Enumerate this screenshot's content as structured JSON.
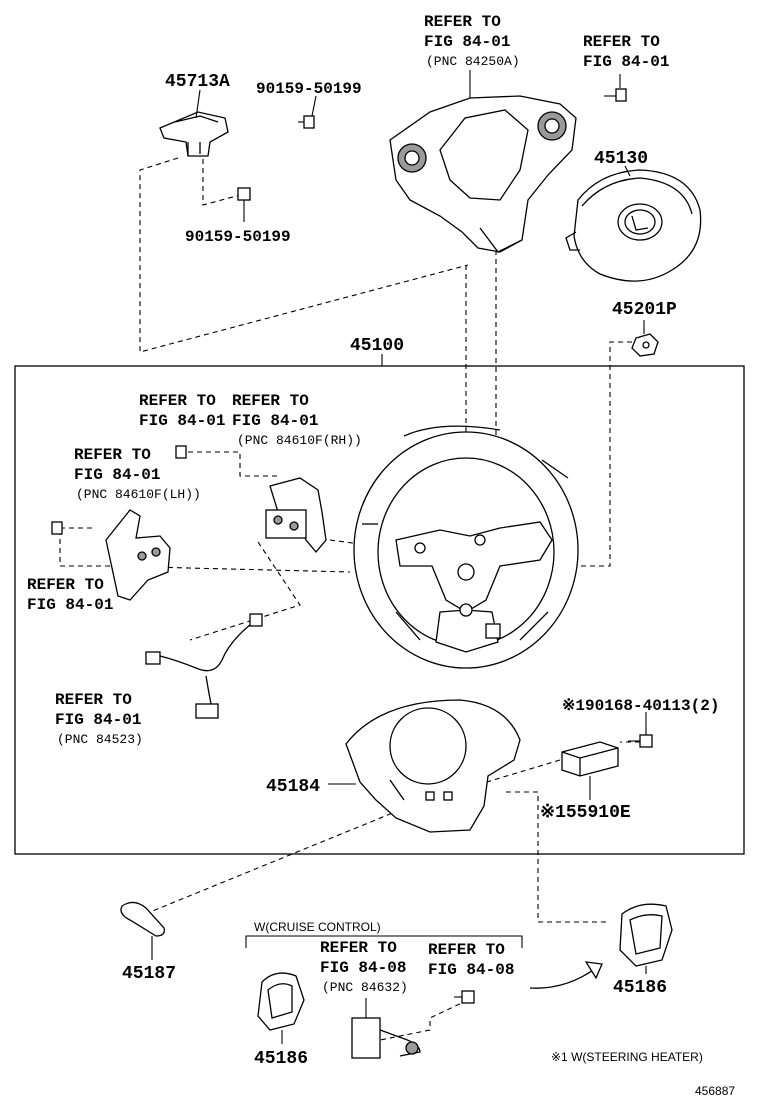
{
  "labels": {
    "p45713a": "45713A",
    "p90159_top": "90159-50199",
    "p90159_mid": "90159-50199",
    "refer_top1": [
      "REFER TO",
      "FIG 84-01",
      "(PNC 84250A)"
    ],
    "refer_top2": [
      "REFER TO",
      "FIG 84-01"
    ],
    "p45130": "45130",
    "p45201p": "45201P",
    "p45100": "45100",
    "refer_a": [
      "REFER TO",
      "FIG 84-01"
    ],
    "refer_b": [
      "REFER TO",
      "FIG 84-01",
      "(PNC 84610F(RH))"
    ],
    "refer_c": [
      "REFER TO",
      "FIG 84-01",
      "(PNC 84610F(LH))"
    ],
    "refer_d": [
      "REFER TO",
      "FIG 84-01"
    ],
    "refer_e": [
      "REFER TO",
      "FIG 84-01",
      "(PNC 84523)"
    ],
    "p90168": "※190168-40113(2)",
    "p45184": "45184",
    "p55910e": "※155910E",
    "p45187": "45187",
    "cruise": "W(CRUISE CONTROL)",
    "refer_f": [
      "REFER TO",
      "FIG 84-08",
      "(PNC 84632)"
    ],
    "refer_g": [
      "REFER TO",
      "FIG 84-08"
    ],
    "p45186_right": "45186",
    "p45186_bottom": "45186",
    "footnote": "※1 W(STEERING HEATER)",
    "fig_number": "456887"
  }
}
